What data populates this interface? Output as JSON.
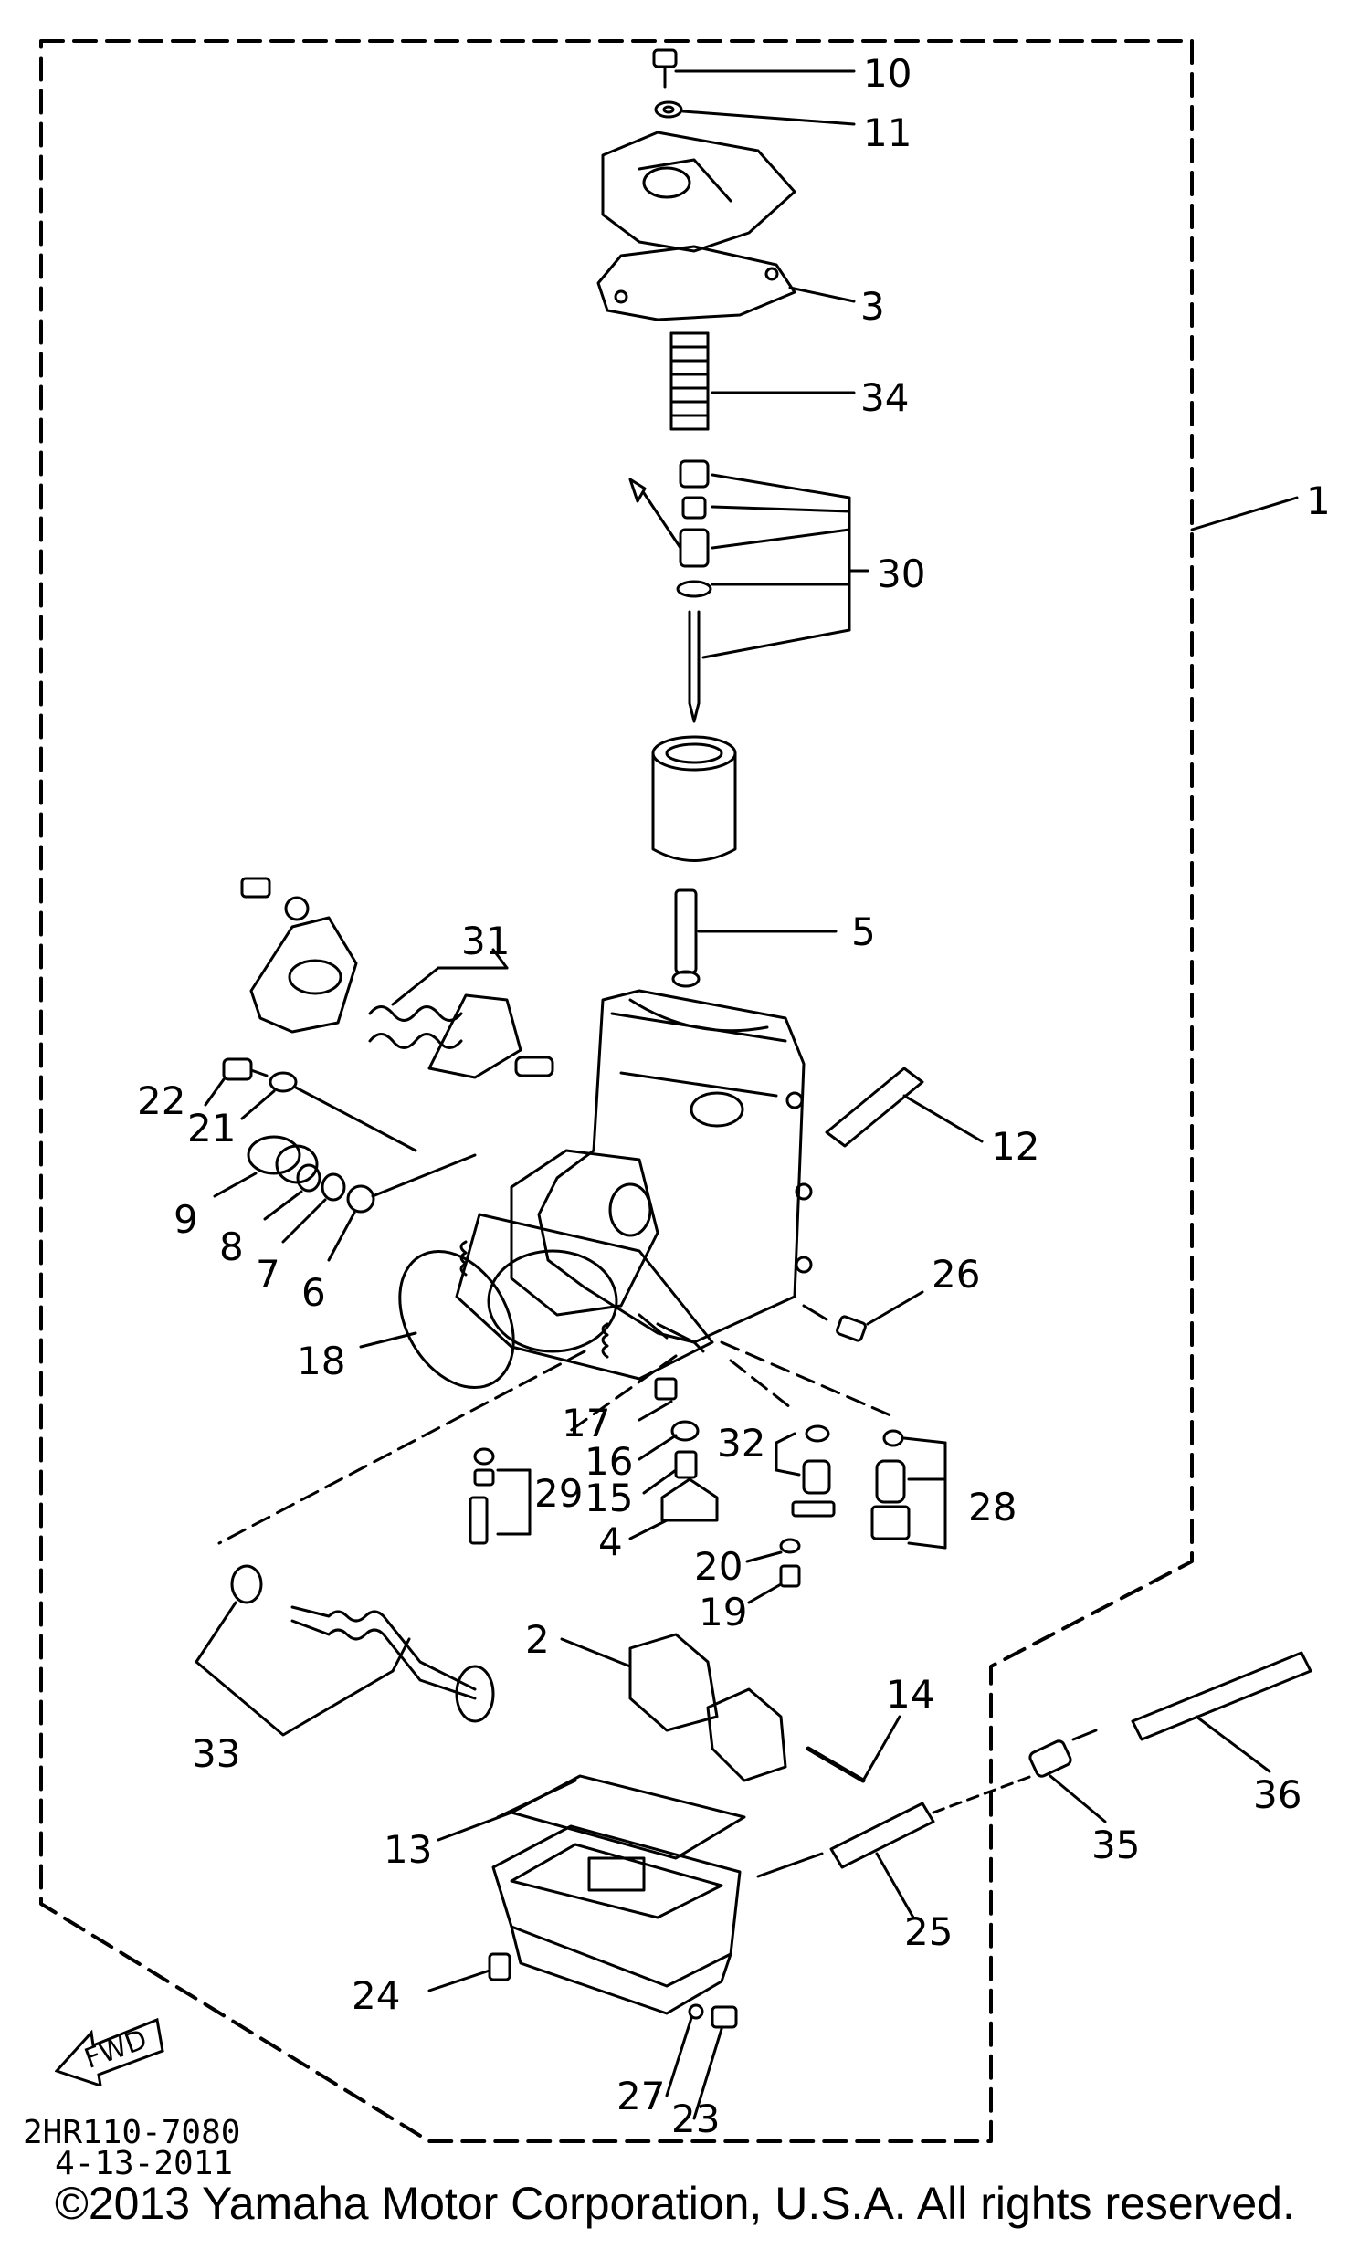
{
  "diagram": {
    "drawing_code": "2HR110-7080",
    "drawing_date": "4-13-2011",
    "copyright": "©2013 Yamaha Motor Corporation, U.S.A. All rights reserved.",
    "fwd_label": "FWD",
    "callouts": [
      "1",
      "2",
      "3",
      "4",
      "5",
      "6",
      "7",
      "8",
      "9",
      "10",
      "11",
      "12",
      "13",
      "14",
      "15",
      "16",
      "17",
      "18",
      "19",
      "20",
      "21",
      "22",
      "23",
      "24",
      "25",
      "26",
      "27",
      "28",
      "29",
      "30",
      "31",
      "32",
      "33",
      "34",
      "35",
      "36"
    ]
  }
}
